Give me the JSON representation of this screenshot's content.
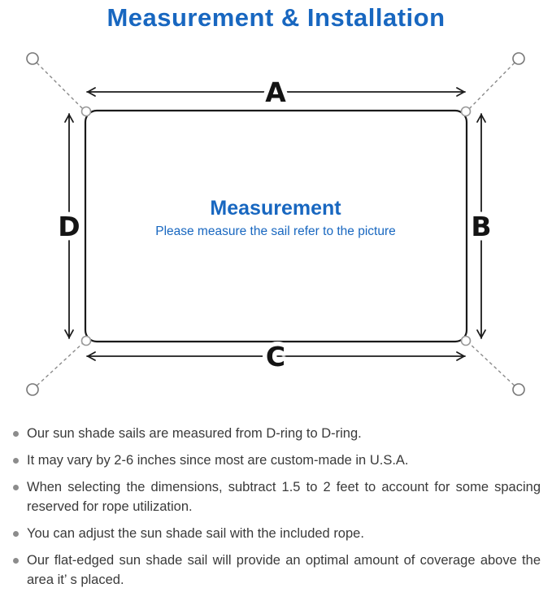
{
  "page": {
    "title": "Measurement & Installation"
  },
  "diagram": {
    "labels": {
      "top": "A",
      "right": "B",
      "bottom": "C",
      "left": "D"
    },
    "center_title": "Measurement",
    "center_subtitle": "Please measure the sail refer to the picture"
  },
  "notes": [
    "Our sun shade sails are measured from D-ring to D-ring.",
    "It may vary by 2-6 inches since most are custom-made in U.S.A.",
    "When selecting the dimensions, subtract 1.5 to 2 feet to account for some spacing reserved for rope utilization.",
    "You can adjust the sun shade sail with the included rope.",
    "Our flat-edged sun shade sail will provide an optimal amount of coverage above the area it’ s placed."
  ],
  "colors": {
    "accent_blue": "#1867c0",
    "text": "#3a3a3a",
    "bullet_gray": "#8c8c8c"
  }
}
